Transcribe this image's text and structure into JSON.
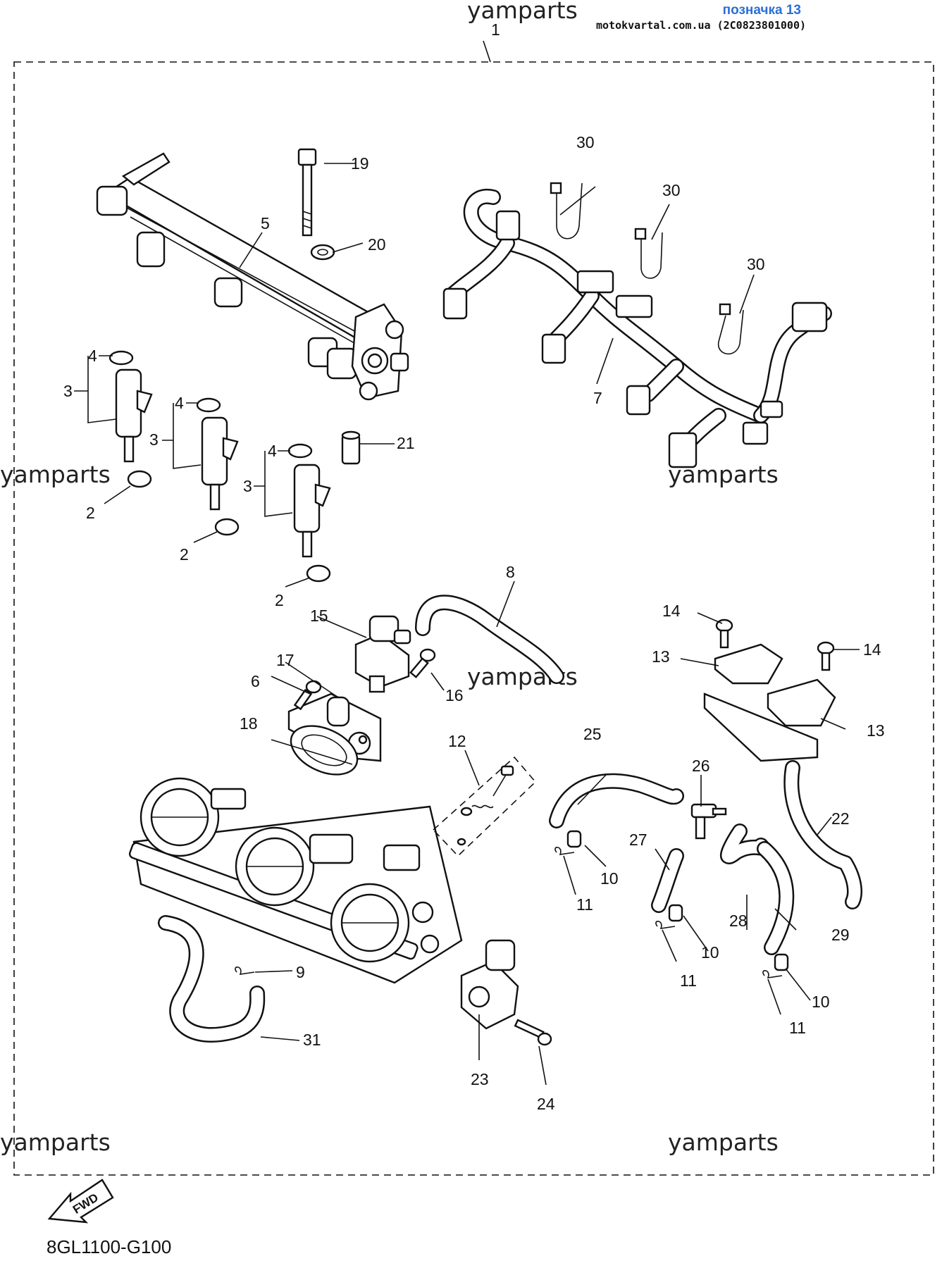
{
  "header": {
    "badge": "позначка 13",
    "site": "motokvartal.com.ua (2C0823801000)"
  },
  "watermark": "yamparts",
  "diagram_code": "8GL1100-G100",
  "fwd_label": "FWD",
  "callouts": {
    "c1": "1",
    "c2a": "2",
    "c2b": "2",
    "c2c": "2",
    "c3a": "3",
    "c3b": "3",
    "c3c": "3",
    "c4a": "4",
    "c4b": "4",
    "c4c": "4",
    "c5": "5",
    "c6": "6",
    "c7": "7",
    "c8": "8",
    "c9": "9",
    "c10a": "10",
    "c10b": "10",
    "c10c": "10",
    "c11a": "11",
    "c11b": "11",
    "c11c": "11",
    "c12": "12",
    "c13a": "13",
    "c13b": "13",
    "c14a": "14",
    "c14b": "14",
    "c15": "15",
    "c16": "16",
    "c17": "17",
    "c18": "18",
    "c19": "19",
    "c20": "20",
    "c21": "21",
    "c22": "22",
    "c23": "23",
    "c24": "24",
    "c25": "25",
    "c26": "26",
    "c27": "27",
    "c28": "28",
    "c29": "29",
    "c30a": "30",
    "c30b": "30",
    "c30c": "30",
    "c31": "31"
  },
  "colors": {
    "badge": "#2a6fd6",
    "ink": "#111111"
  }
}
